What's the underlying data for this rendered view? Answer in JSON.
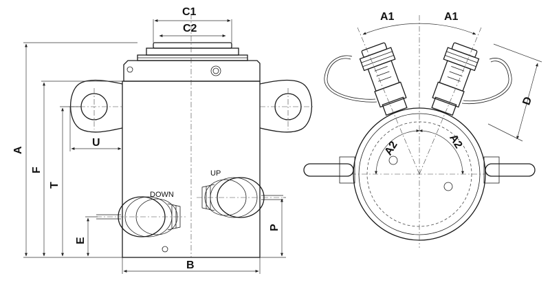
{
  "dimension_labels": {
    "c1": "C1",
    "c2": "C2",
    "a": "A",
    "f": "F",
    "t": "T",
    "u": "U",
    "e": "E",
    "b": "B",
    "p": "P",
    "a1_left": "A1",
    "a1_right": "A1",
    "a2_left": "A2",
    "a2_right": "A2",
    "d": "D"
  },
  "port_labels": {
    "down": "DOWN",
    "up": "UP"
  },
  "colors": {
    "line": "#1a1a1a",
    "background": "#ffffff"
  }
}
